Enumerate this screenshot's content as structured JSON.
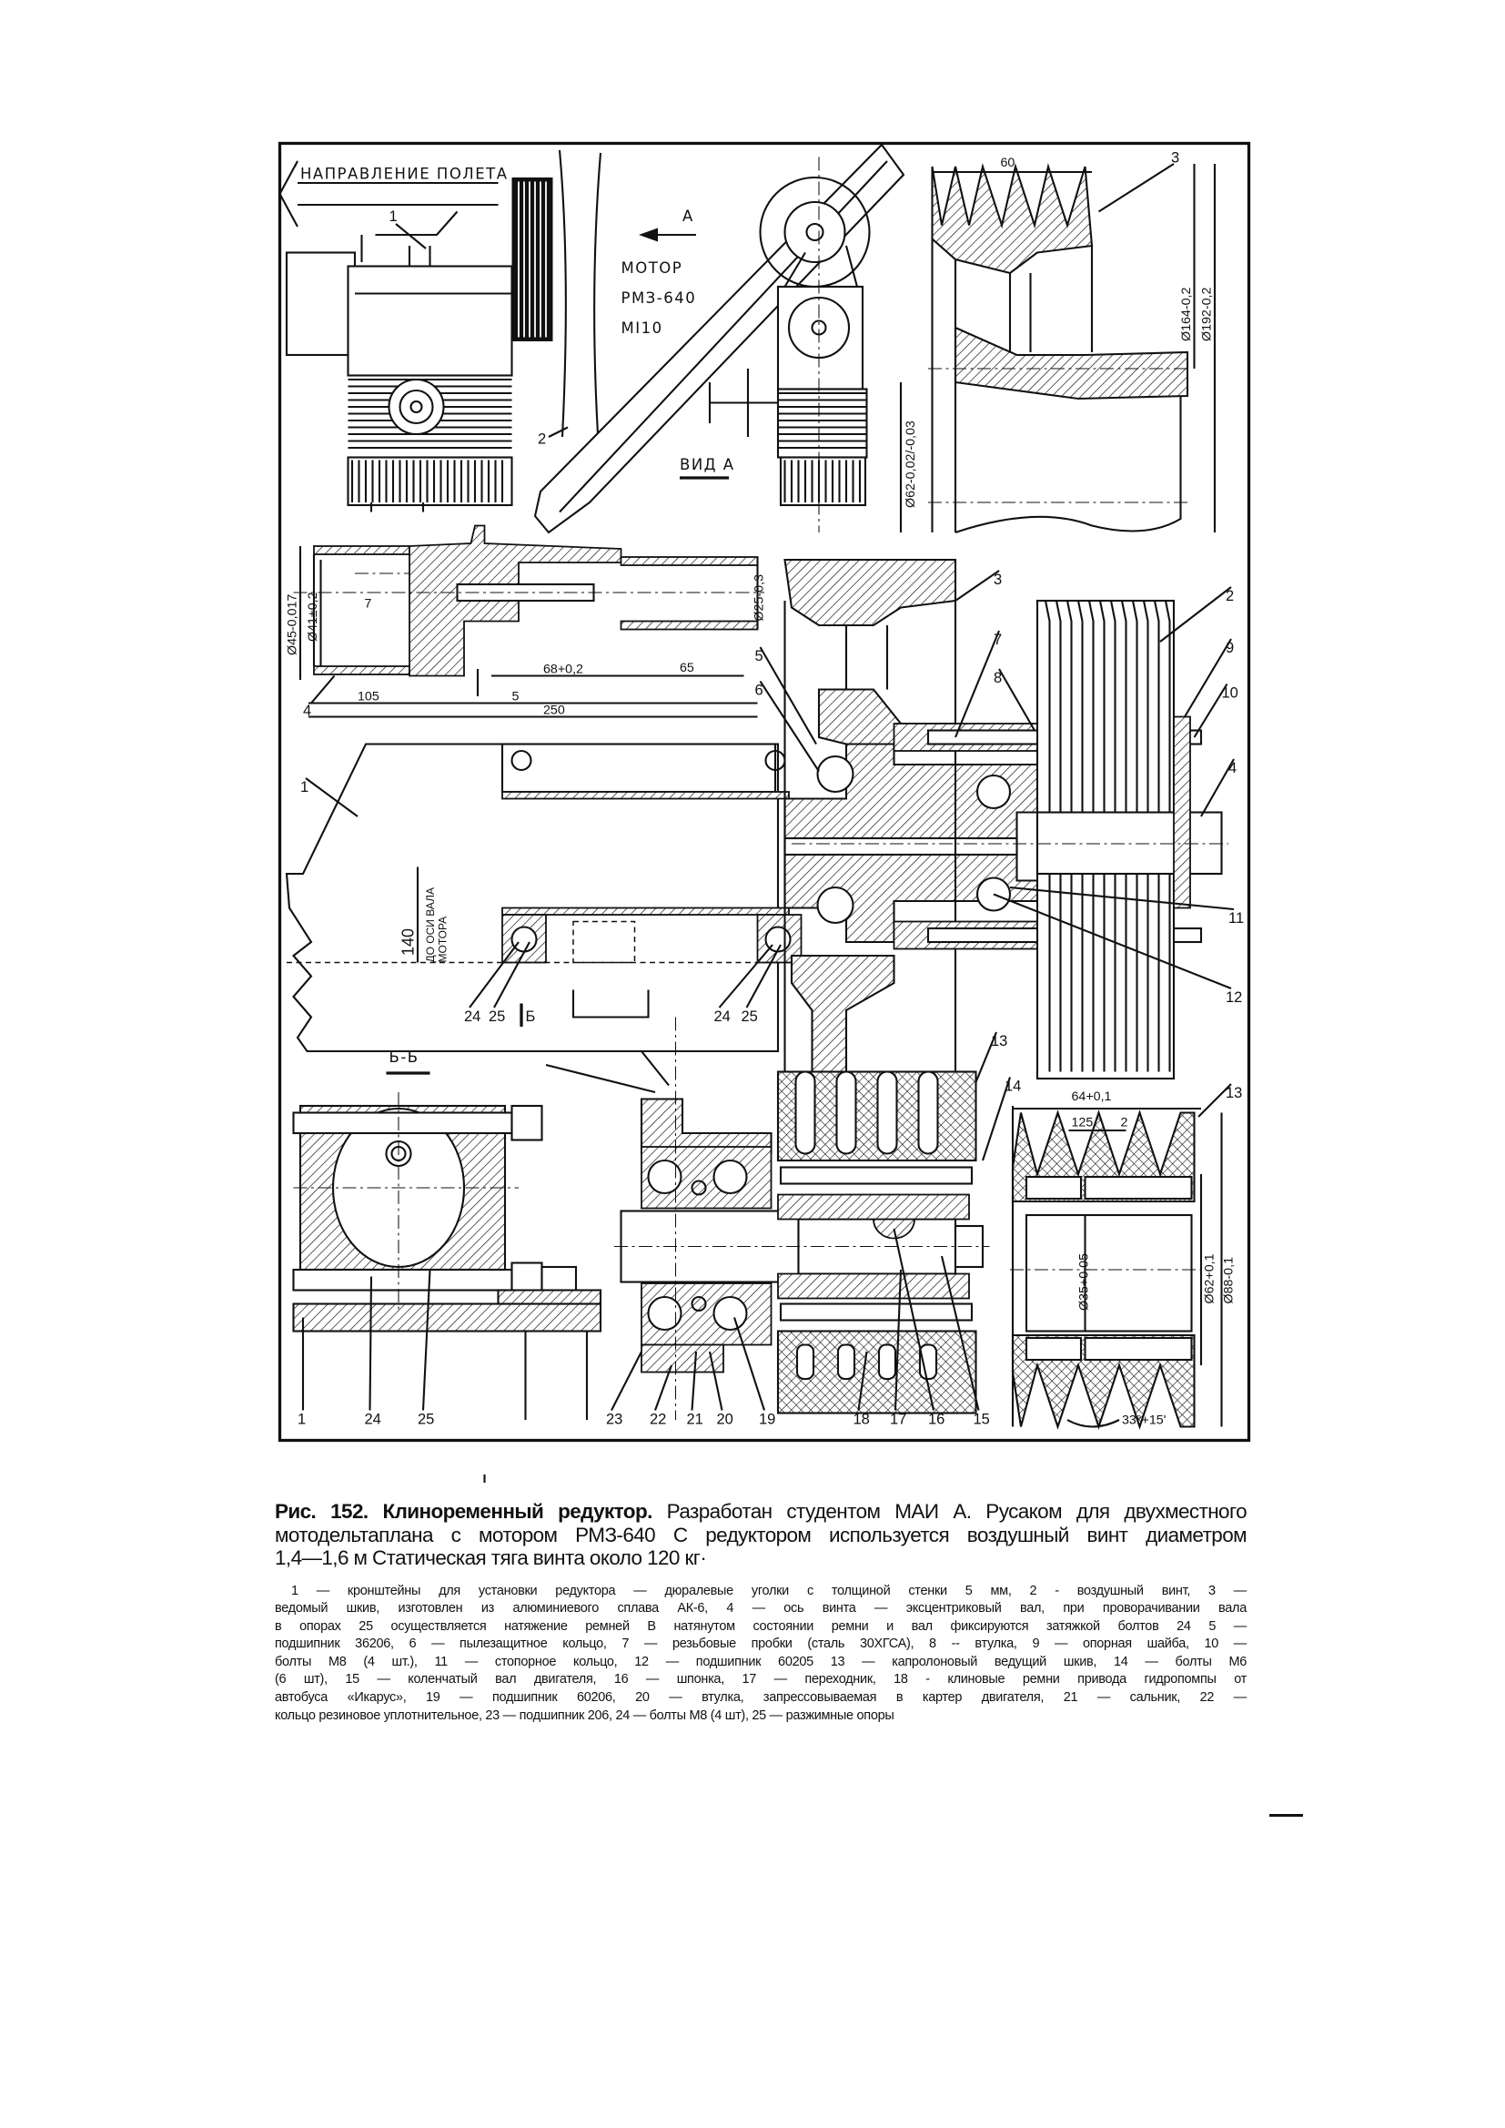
{
  "figure": {
    "number_label": "Рис. 152.",
    "title": "Клиноременный редуктор.",
    "caption_lines": [
      "Разработан студентом МАИ А. Русаком для двухместного",
      "мотодельтаплана с мотором РМЗ-640  С редуктором используется воздушный винт диаметром",
      "1,4—1,6 м  Статическая тяга винта около 120 кг·"
    ],
    "legend_lines": [
      "1 — кронштейны для установки редуктора — дюралевые уголки с толщиной стенки 5 мм, 2 - воздушный винт, 3 —",
      "ведомый шкив, изготовлен из алюминиевого сплава АК-6, 4 — ось винта — эксцентриковый вал, при проворачивании вала",
      "в опорах 25 осуществляется натяжение ремней  В натянутом состоянии ремни и вал фиксируются затяжкой болтов 24  5 —",
      "подшипник 36206, 6 — пылезащитное кольцо, 7 — резьбовые пробки (сталь 30ХГСА), 8 -- втулка, 9 — опорная шайба, 10 —",
      "болты М8 (4 шт.), 11 — стопорное кольцо, 12 — подшипник 60205  13 — капролоновый ведущий шкив, 14 — болты М6",
      "(6 шт), 15 — коленчатый вал двигателя, 16 — шпонка, 17 — переходник, 18 - клиновые ремни привода гидропомпы от",
      "автобуса «Икарус», 19 — подшипник 60206, 20 — втулка, запрессовываемая в картер двигателя, 21 — сальник, 22 —",
      "кольцо резиновое уплотнительное, 23 — подшипник 206, 24 — болты М8 (4 шт), 25 — разжимные опоры"
    ]
  },
  "drawing": {
    "direction_label": "НАПРАВЛЕНИЕ ПОЛЕТА",
    "view_arrow_label": "А",
    "motor_lines": [
      "МОТОР",
      "РМЗ-640",
      "МI10"
    ],
    "view_label": "ВИД А",
    "section_label": "Б-Б",
    "section_mark": "Б",
    "dims": {
      "pulley_width": "60",
      "d164": "Ø164-0,2",
      "d192": "Ø192-0,2",
      "d62_top": "Ø62-0,02/-0,03",
      "d45": "Ø45-0,017",
      "d41": "Ø41±0,2",
      "ecc": "7",
      "d25": "Ø25-0,3",
      "l68": "68+0,2",
      "l65": "65",
      "l105": "105",
      "l5": "5",
      "l250": "250",
      "h140": "140",
      "axis_note_1": "ДО ОСИ ВАЛА",
      "axis_note_2": "МОТОРА",
      "w64": "64+0,1",
      "p125": "125",
      "p2": "2",
      "d35": "Ø35+0,05",
      "d62": "Ø62+0,1",
      "d88": "Ø88-0,1",
      "angle": "33°+15'"
    },
    "callouts": [
      "1",
      "2",
      "3",
      "4",
      "1",
      "3",
      "5",
      "6",
      "7",
      "8",
      "2",
      "9",
      "10",
      "4",
      "11",
      "12",
      "24",
      "25",
      "24",
      "25",
      "13",
      "14",
      "1",
      "24",
      "25",
      "23",
      "22",
      "21",
      "20",
      "19",
      "18",
      "17",
      "16",
      "15",
      "13"
    ]
  }
}
